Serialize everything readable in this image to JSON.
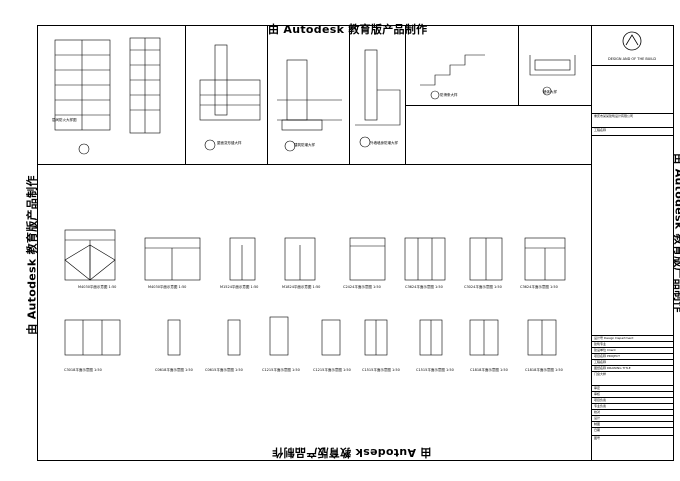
{
  "watermark": "由 Autodesk 教育版产品制作",
  "details": [
    {
      "title": "层间防火大样图"
    },
    {
      "title": "屋面变形缝大样"
    },
    {
      "title": "建筑防潮大样"
    },
    {
      "title": "外墙墙身防潮大样"
    },
    {
      "title": "防滑条大样"
    },
    {
      "title": "墙体大样"
    }
  ],
  "door_row": [
    {
      "label": "M4030平面示意图 1:50"
    },
    {
      "label": "M4030平面示意图 1:50"
    },
    {
      "label": "M1524平面示意图 1:50"
    },
    {
      "label": "M1824平面示意图 1:50"
    },
    {
      "label": "C2424平面示意图 1:50"
    },
    {
      "label": "C3624平面示意图 1:50"
    },
    {
      "label": "C3024平面示意图 1:50"
    },
    {
      "label": "C3624平面示意图 1:50"
    }
  ],
  "window_row": [
    {
      "label": "C3018平面示意图 1:50"
    },
    {
      "label": "C0618平面示意图 1:50"
    },
    {
      "label": "C0615平面示意图 1:50"
    },
    {
      "label": "C1215平面示意图 1:50"
    },
    {
      "label": "C1215平面示意图 1:50"
    },
    {
      "label": "C1515平面示意图 1:50"
    },
    {
      "label": "C1515平面示意图 1:50"
    },
    {
      "label": "C1818平面示意图 1:50"
    },
    {
      "label": "C1818平面示意图 1:50"
    }
  ],
  "titleblock": {
    "logo_caption": "DESIGN AND OF THE BUILD",
    "company": "重庆市某某建筑设计有限公司",
    "project_label": "工程名称",
    "rows": [
      "设计号 Design Department",
      "建筑专业",
      "建设单位 Client",
      "项目名称 PROJECT",
      "工程名称",
      "图纸名称 DRAWING TITLE",
      "门窗大样",
      "审定",
      "审核",
      "项目负责",
      "专业负责",
      "校对",
      "设计",
      "制图",
      "日期",
      "图号"
    ]
  }
}
